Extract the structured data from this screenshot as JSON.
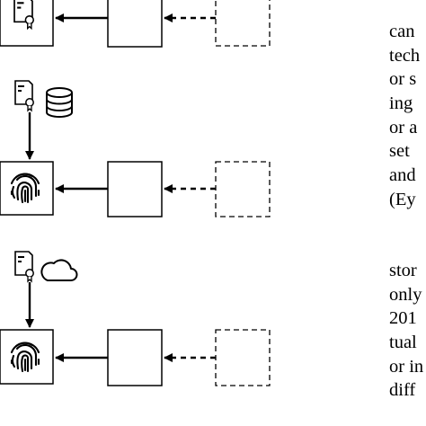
{
  "text_fragments": {
    "block1": [
      "can",
      "tech",
      "or s",
      "ing",
      "or a",
      "set",
      "and",
      "(Ey"
    ],
    "block2": [
      "stor",
      "only",
      "201",
      "tual",
      "or in",
      "diff"
    ]
  },
  "icons": {
    "certificate": "certificate-icon",
    "database": "database-icon",
    "cloud": "cloud-icon",
    "fingerprint": "fingerprint-icon"
  }
}
